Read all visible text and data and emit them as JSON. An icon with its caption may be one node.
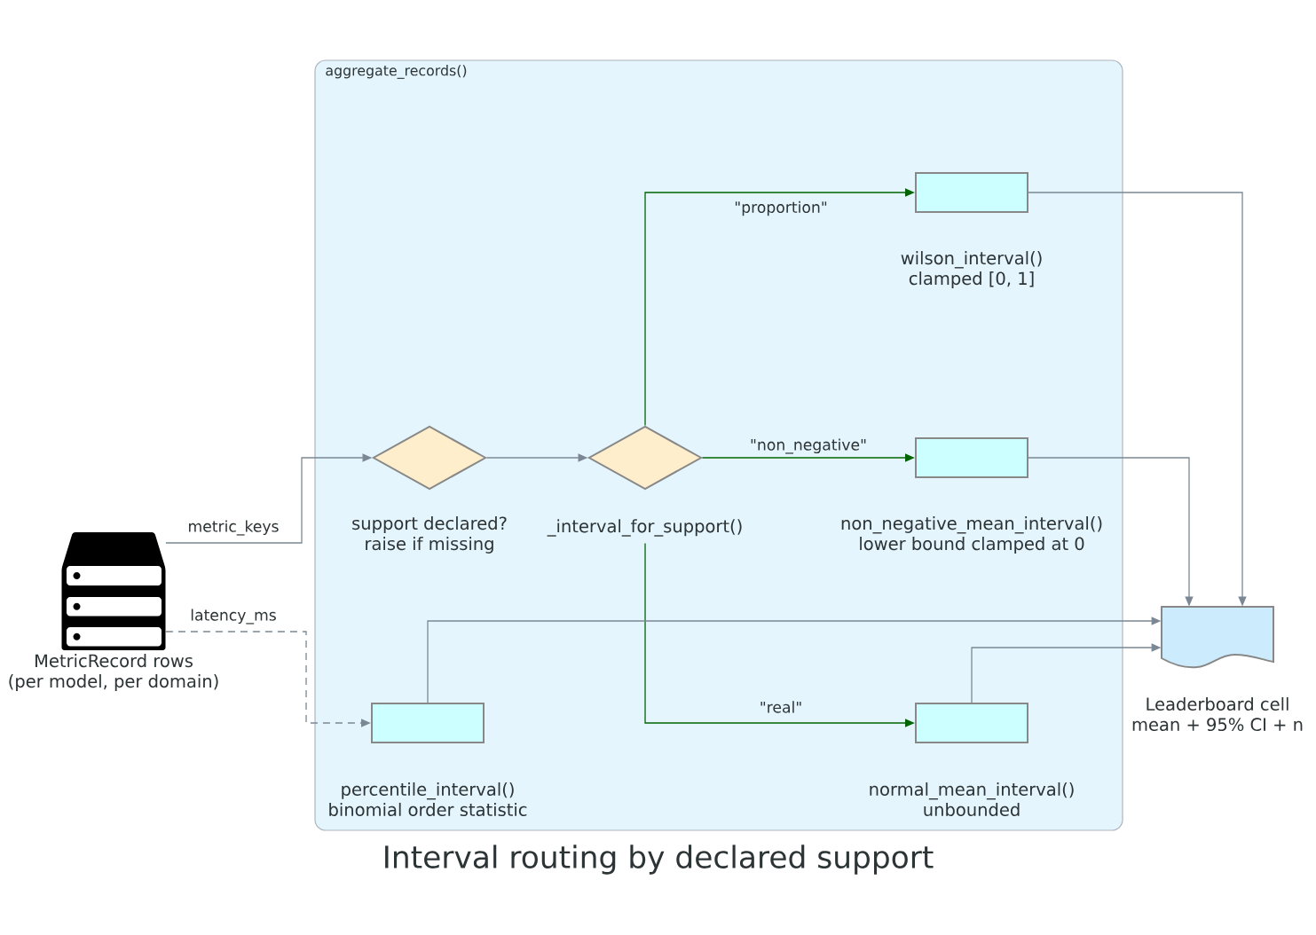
{
  "diagram": {
    "title": "Interval routing by declared support",
    "nodes": [
      {
        "text": [
          "MetricRecord rows",
          "(per model, per domain)"
        ]
      },
      {
        "text": [
          "aggregate_records()"
        ]
      },
      {
        "text": [
          "support declared?",
          "raise if missing"
        ],
        "in": 1
      },
      {
        "text": [
          "_interval_for_support()"
        ],
        "in": 1
      },
      {
        "text": [
          "wilson_interval()",
          "clamped [0, 1]"
        ],
        "in": 1
      },
      {
        "text": [
          "non_negative_mean_interval()",
          "lower bound clamped at 0"
        ],
        "in": 1
      },
      {
        "text": [
          "percentile_interval()",
          "binomial order statistic"
        ],
        "in": 1
      },
      {
        "text": [
          "normal_mean_interval()",
          "unbounded"
        ],
        "in": 1
      },
      {
        "text": [
          "Leaderboard cell",
          "mean + 95% CI + n"
        ]
      }
    ],
    "edges": [
      {
        "from": 0,
        "to": 2,
        "arrow": "to",
        "label": "metric_keys"
      },
      {
        "from": 0,
        "to": 6,
        "arrow": "to",
        "label": "latency_ms",
        "style": "dashed"
      },
      {
        "from": 2,
        "to": 3,
        "arrow": "to"
      },
      {
        "from": 3,
        "to": 4,
        "arrow": "to",
        "label": "\"proportion\"",
        "color": "#006400"
      },
      {
        "from": 3,
        "to": 5,
        "arrow": "to",
        "label": "\"non_negative\"",
        "color": "#006400"
      },
      {
        "from": 3,
        "to": 7,
        "arrow": "to",
        "label": "\"real\"",
        "color": "#006400"
      },
      {
        "from": 4,
        "to": 8,
        "arrow": "to"
      },
      {
        "from": 5,
        "to": 8,
        "arrow": "to"
      },
      {
        "from": 6,
        "to": 8,
        "arrow": "to"
      },
      {
        "from": 7,
        "to": 8,
        "arrow": "to"
      }
    ]
  }
}
